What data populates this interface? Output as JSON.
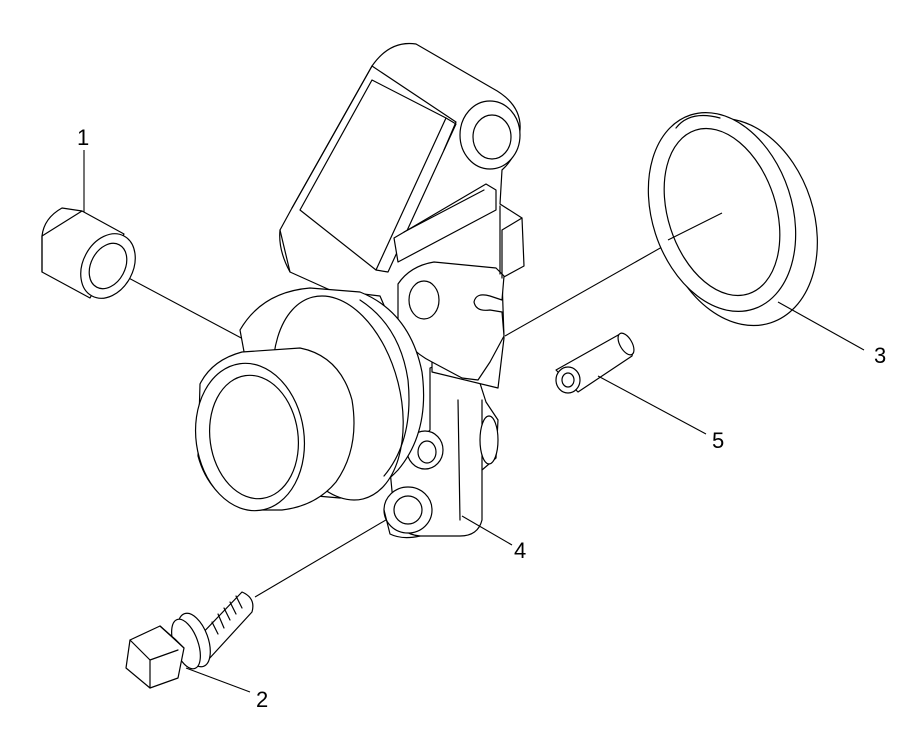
{
  "diagram": {
    "callouts": [
      {
        "id": "1",
        "label": "1"
      },
      {
        "id": "2",
        "label": "2"
      },
      {
        "id": "3",
        "label": "3"
      },
      {
        "id": "4",
        "label": "4"
      },
      {
        "id": "5",
        "label": "5"
      }
    ],
    "colors": {
      "line": "#000000",
      "background": "#ffffff"
    }
  }
}
